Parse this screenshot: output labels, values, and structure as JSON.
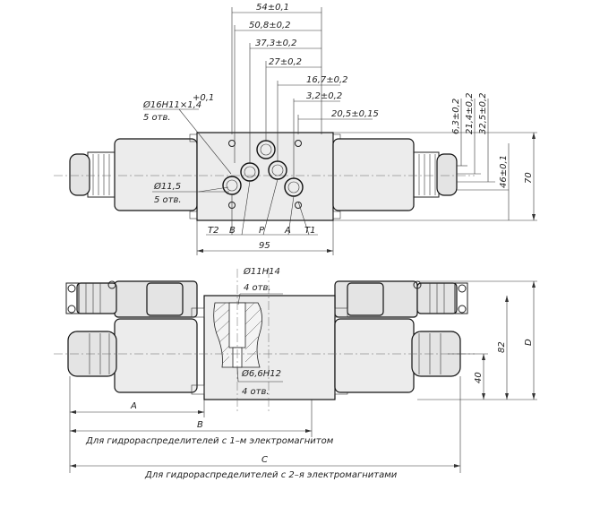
{
  "top_view": {
    "dims_top": [
      "54±0,1",
      "50,8±0,2",
      "37,3±0,2",
      "27±0,2",
      "16,7±0,2",
      "3,2±0,2",
      "20,5±0,15"
    ],
    "hole_callout": "Ø16H11×1,4",
    "hole_callout_tol": "+0,1",
    "hole_count": "5 отв.",
    "small_hole": "Ø11,5",
    "small_hole_count": "5 отв.",
    "port_labels": [
      "T2",
      "B",
      "P",
      "A",
      "T1"
    ],
    "width_dim": "95",
    "dims_right": [
      "6,3±0,2",
      "21,4±0,2",
      "32,5±0,2",
      "46±0,1",
      "70"
    ]
  },
  "front_view": {
    "hole_top": "Ø11H14",
    "hole_top_count": "4 отв.",
    "hole_bottom": "Ø6,6H12",
    "hole_bottom_count": "4 отв.",
    "dims_right": [
      "40",
      "82",
      "D"
    ],
    "dim_A": "A",
    "dim_B": "B",
    "dim_C": "C",
    "caption_1": "Для гидрораспределителей с 1–м электромагнитом",
    "caption_2": "Для гидрораспределителей с 2–я электромагнитами"
  }
}
